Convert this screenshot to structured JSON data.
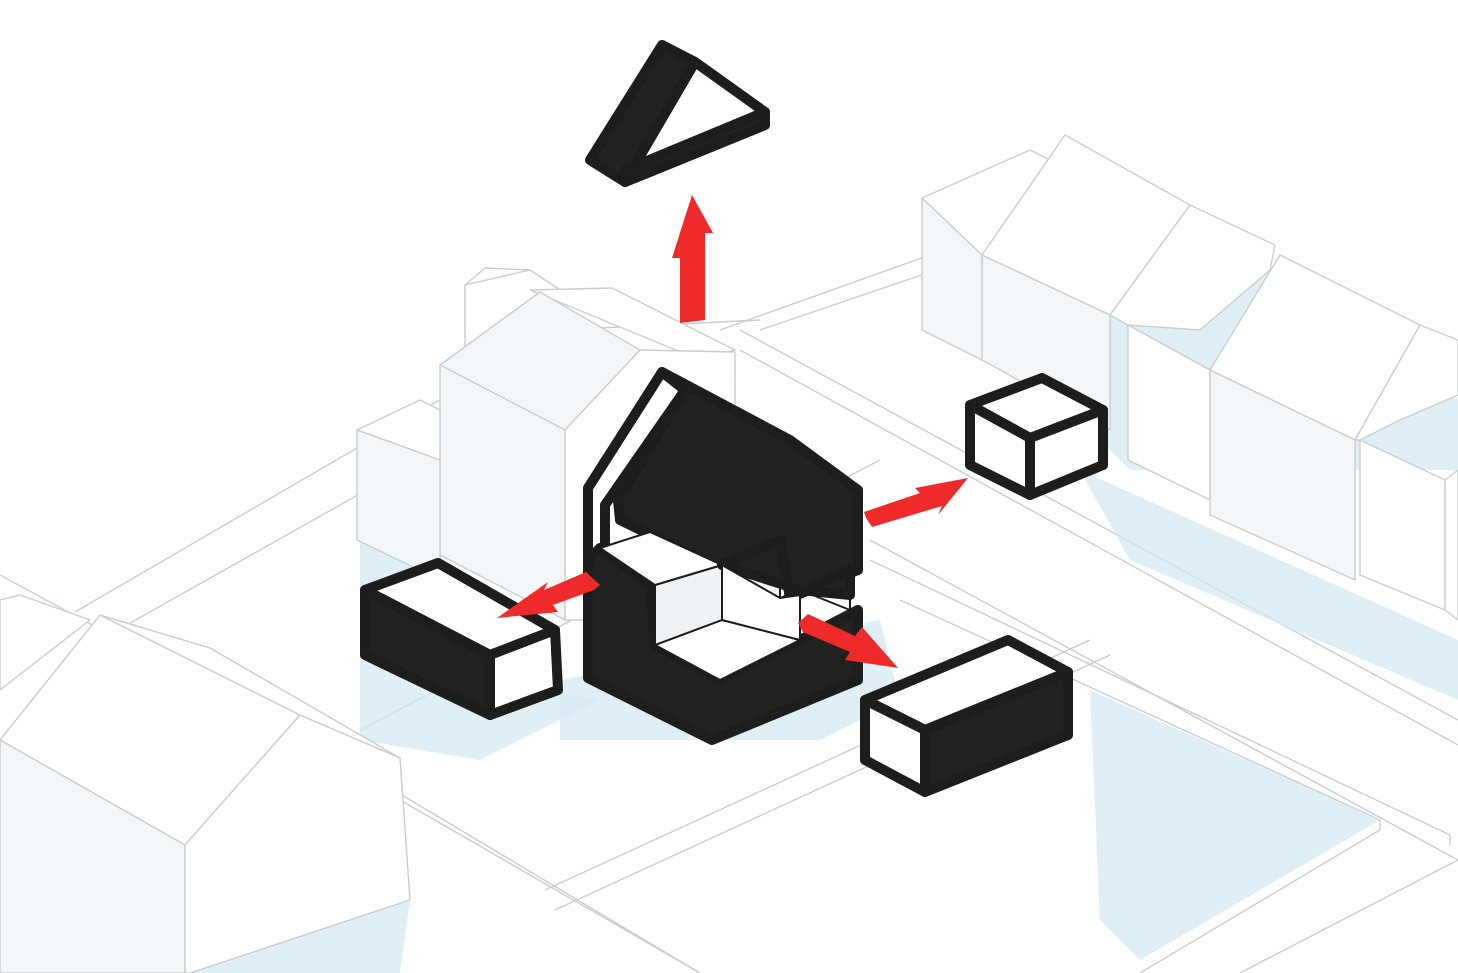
{
  "colors": {
    "module_fill": "#222220",
    "module_outline": "#1d1d1b",
    "arrow": "#ee2a2a",
    "context_line": "#c9cdd0",
    "shadow": "#d6e8f3",
    "background": "#ffffff"
  },
  "elements": {
    "context": [
      "street-lines",
      "context-house-left",
      "context-house-back",
      "context-row-houses-right"
    ],
    "core": "central-house-core",
    "modules": [
      "roof-module",
      "left-box-module",
      "right-box-module",
      "front-box-module"
    ],
    "arrows": [
      "arrow-up",
      "arrow-left",
      "arrow-right",
      "arrow-front"
    ]
  }
}
